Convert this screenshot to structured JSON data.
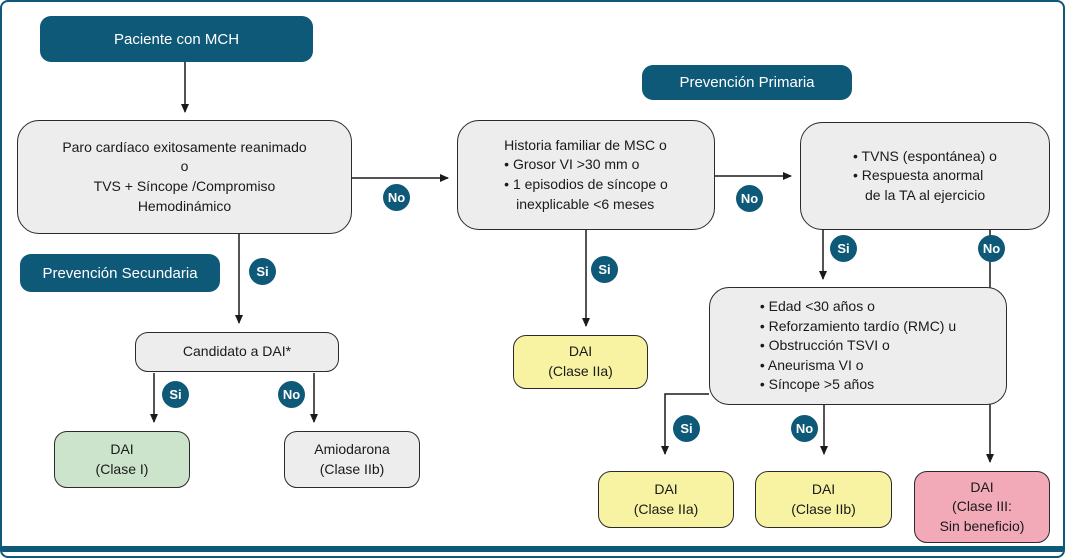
{
  "titles": {
    "patient": "Paciente con MCH",
    "primary_prevention": "Prevención Primaria",
    "secondary_prevention": "Prevención Secundaria"
  },
  "badges": {
    "yes": "Si",
    "no": "No"
  },
  "nodes": {
    "arrest": {
      "lines": [
        "Paro cardíaco exitosamente reanimado",
        "o",
        "TVS + Síncope /Compromiso",
        "Hemodinámico"
      ]
    },
    "family_history": {
      "lines": [
        "Historia familiar de MSC o",
        "• Grosor VI >30 mm o",
        "• 1 episodios de síncope o",
        "inexplicable <6 meses"
      ]
    },
    "tvns": {
      "lines": [
        "• TVNS (espontánea) o",
        "• Respuesta anormal",
        "de la TA al ejercicio"
      ]
    },
    "risk_modifiers": {
      "lines": [
        "• Edad <30 años o",
        "• Reforzamiento tardío (RMC) u",
        "• Obstrucción TSVI o",
        "• Aneurisma VI o",
        "• Síncope >5 años"
      ]
    },
    "candidate": {
      "label": "Candidato a DAI*"
    },
    "dai_class_i": {
      "lines": [
        "DAI",
        "(Clase I)"
      ]
    },
    "amiodarone": {
      "lines": [
        "Amiodarona",
        "(Clase IIb)"
      ]
    },
    "dai_class_iia_mid": {
      "lines": [
        "DAI",
        "(Clase IIa)"
      ]
    },
    "dai_class_iia": {
      "lines": [
        "DAI",
        "(Clase IIa)"
      ]
    },
    "dai_class_iib": {
      "lines": [
        "DAI",
        "(Clase IIb)"
      ]
    },
    "dai_class_iii": {
      "lines": [
        "DAI",
        "(Clase III:",
        "Sin beneficio)"
      ]
    }
  },
  "colors": {
    "accent_blue": "#0e5878",
    "node_gray": "#ededed",
    "class_i_green": "#cbe4cb",
    "class_ii_yellow": "#f8f3a3",
    "class_iii_pink": "#f2a9b8",
    "line_black": "#1a1a1a"
  }
}
